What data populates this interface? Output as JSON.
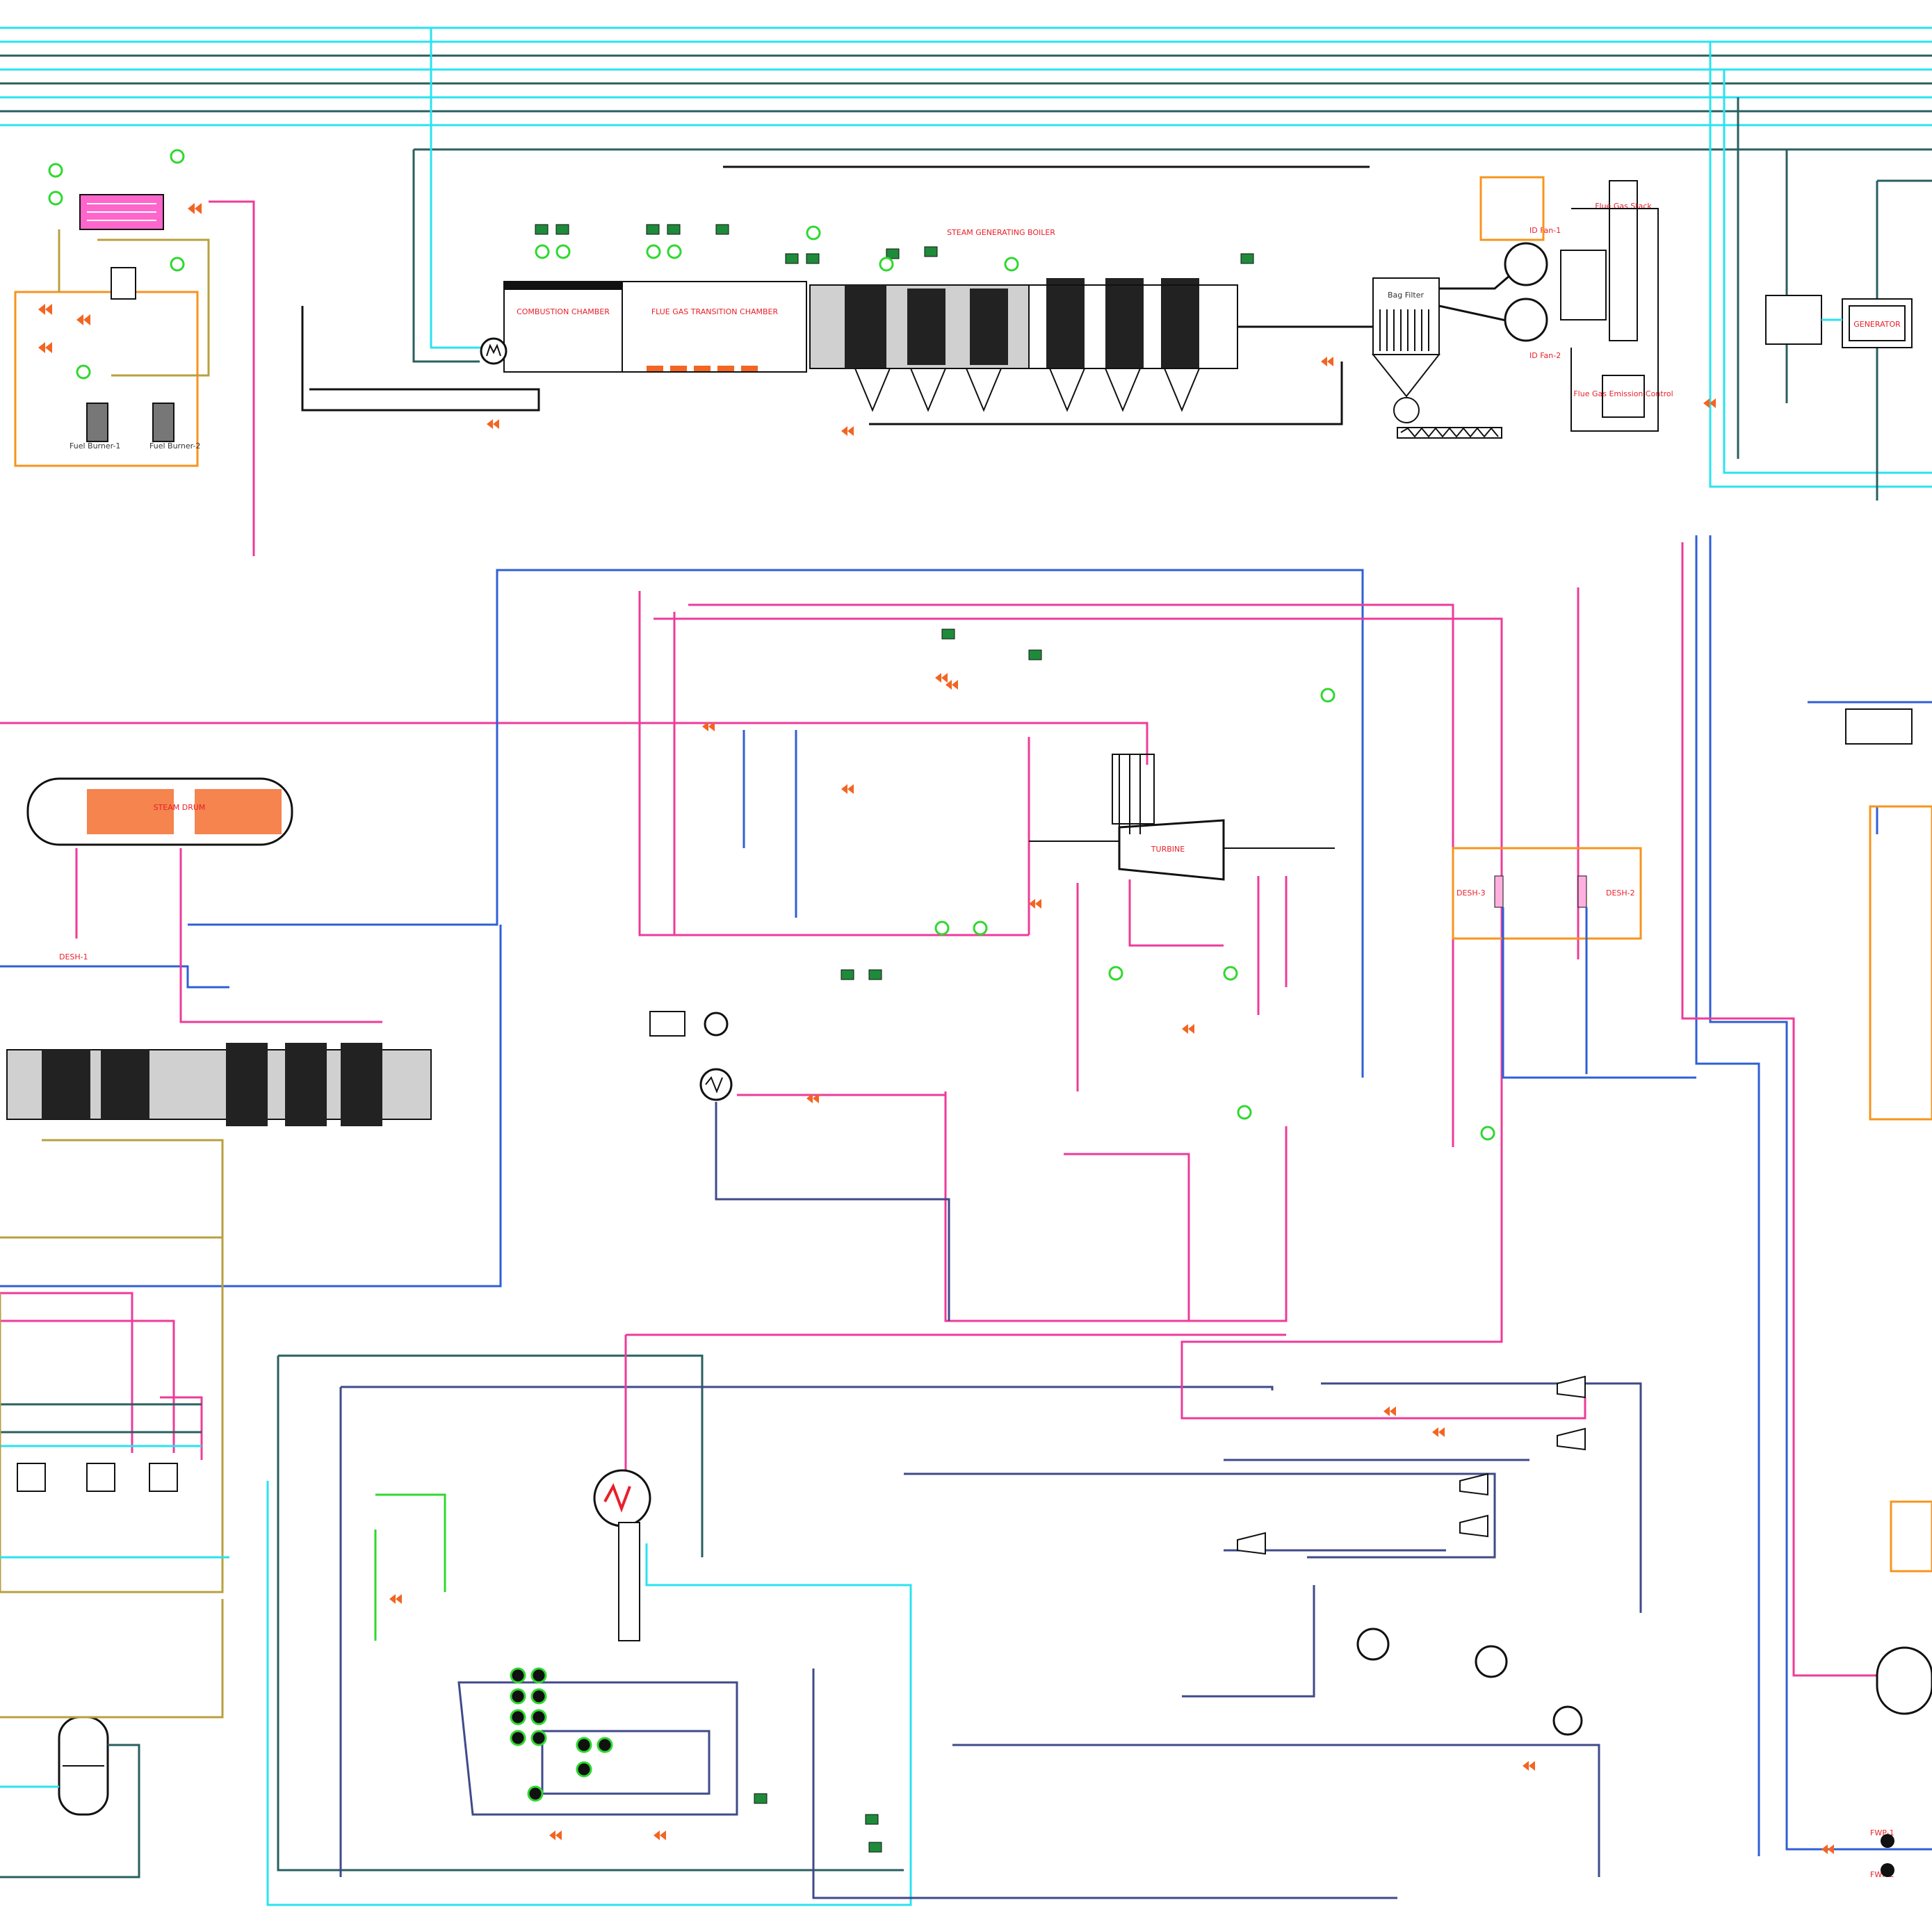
{
  "colors": {
    "cyan": "#29e3f0",
    "teal": "#2a5f5f",
    "pink": "#ee3b9a",
    "blue": "#2f5fd6",
    "navy": "#3f4a8a",
    "olive": "#b8a040",
    "green": "#2fd82f",
    "orange": "#f26522",
    "lime": "#00ff00",
    "dark": "#1a1a1a"
  },
  "labels": {
    "fuel_burner_1": "Fuel Burner-1",
    "fuel_burner_2": "Fuel Burner-2",
    "combustion_chamber": "COMBUSTION CHAMBER",
    "flue_gas_transition_chamber": "FLUE GAS TRANSITION CHAMBER",
    "steam_generating_boiler": "STEAM GENERATING BOILER",
    "bag_filter": "Bag Filter",
    "id_fan_1": "ID Fan-1",
    "id_fan_2": "ID Fan-2",
    "flue_gas_stack": "Flue Gas Stack",
    "flue_gas_emission_control": "Flue Gas Emission Control",
    "generator": "GENERATOR",
    "steam_drum": "STEAM DRUM",
    "desh_1": "DESH-1",
    "desh_2": "DESH-2",
    "desh_3": "DESH-3",
    "turbine": "TURBINE",
    "fwp_1": "FWP-1",
    "fwp_2": "FWP-2"
  },
  "icons": [
    "motor-icon",
    "pump-icon",
    "heat-exchanger-icon",
    "valve-icon",
    "fan-icon",
    "instrument-bubble-icon",
    "cyclone-hopper-icon",
    "vessel-icon",
    "screw-conveyor-icon"
  ]
}
